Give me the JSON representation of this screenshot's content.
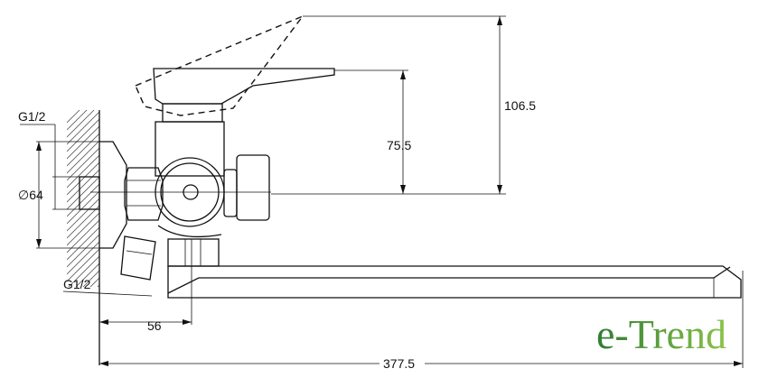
{
  "drawing": {
    "labels": {
      "thread_top": "G1/2",
      "diameter": "∅64",
      "thread_bottom": "G1/2",
      "dim_offset": "56",
      "dim_length": "377.5",
      "dim_height_body": "75.5",
      "dim_height_lever": "106.5"
    }
  },
  "logo": {
    "text": "e-Trend",
    "color_dark": "#2e7d32",
    "color_light": "#7cb342"
  }
}
